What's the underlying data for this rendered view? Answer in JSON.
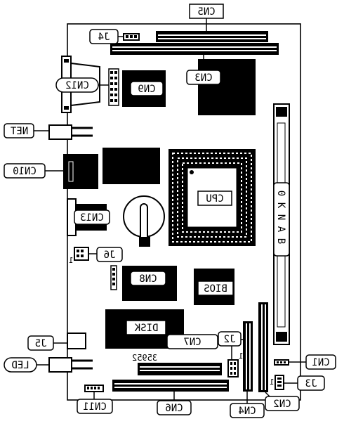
{
  "diagram": {
    "labels": {
      "cn5": "CN5",
      "j4": "J4",
      "cn12": "CN12",
      "cn9": "CN9",
      "cn3": "CN3",
      "net": "NET",
      "cn10": "CN10",
      "cpu": "CPU",
      "bank0": "BANK0",
      "cn13": "CN13",
      "j6": "J6",
      "cn8": "CN8",
      "bios": "BIOS",
      "disk": "DISK",
      "j5": "J5",
      "cn7": "CN7",
      "j2": "J2",
      "led": "LED",
      "cn1": "CN1",
      "j3": "J3",
      "cn11": "CN11",
      "cn6": "CN6",
      "cn4": "CN4",
      "cn2": "CN2",
      "board_number": "35952",
      "pin1_j6": "1",
      "pin1_j2": "1",
      "pin1_j3": "1"
    }
  }
}
